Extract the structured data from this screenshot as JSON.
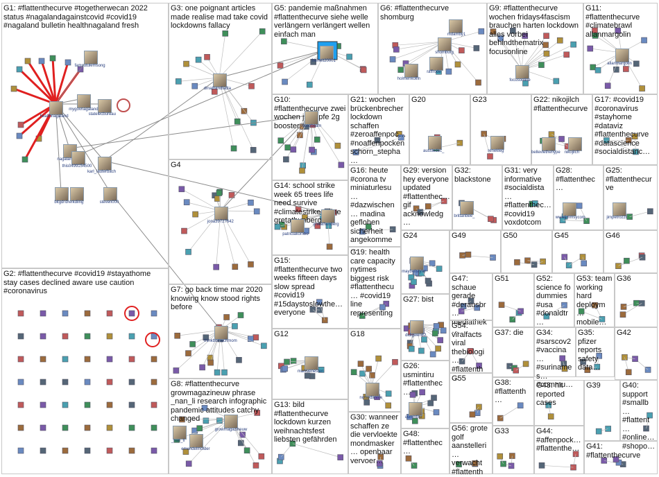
{
  "groups": [
    {
      "id": "G1",
      "label": "G1: #flattenthecurve #togetherwecan 2022 status #nagalandagainstcovid #covid19 #nagaland bulletin healthnagaland fresh",
      "nodes": [
        "famsutulemsong",
        "mygovnagaland",
        "statelecbureau",
        "healthnagaland",
        "nagalandbot",
        "this0499154500",
        "karl_lauterbach",
        "bitgdr",
        "drerkdiing",
        "steven000"
      ]
    },
    {
      "id": "G2",
      "label": "G2: #flattenthecurve #covid19 #stayathome stay cases declined aware use caution #coronavirus",
      "nodes": []
    },
    {
      "id": "G3",
      "label": "G3: one poignant articles made realise mad take covid lockdowns fallacy",
      "nodes": [
        "drnathimdladla"
      ]
    },
    {
      "id": "G4",
      "label": "G4",
      "nodes": [
        "jona39727642"
      ]
    },
    {
      "id": "G5",
      "label": "G5: pandemie maßnahmen #flattenthecurve siehe welle verlängern verlängert wellen einfach man",
      "nodes": [
        "freiheit20001"
      ]
    },
    {
      "id": "G6",
      "label": "G6: #flattenthecurve shomburg",
      "nodes": [
        "mdamby1",
        "shomburg",
        "raffrode",
        "holmenkollin"
      ]
    },
    {
      "id": "G7",
      "label": "G7: go back time mar 2020 knowing know stood rights before",
      "nodes": [
        "thinkbornuchmom"
      ]
    },
    {
      "id": "G8",
      "label": "G8: #flattenthecurve growmagazineuw phrase _nan_li research infographic pandemic attitudes catchy changed",
      "nodes": [
        "growmagazineuw",
        "_nan_li",
        "emendelmolder"
      ]
    },
    {
      "id": "G9",
      "label": "G9: #flattenthecurve wochen fridays4fascism brauchen harten lockdown alles vorbei behindthematrix focusonline",
      "nodes": [
        "focusonline"
      ]
    },
    {
      "id": "G10",
      "label": "G10: #flattenthecurve zwei wochen ja impfe 2g booster",
      "nodes": [
        "nasobeam"
      ]
    },
    {
      "id": "G11",
      "label": "G11: #flattenthecurve #climatebrawl allanmargolin",
      "nodes": [
        "allanmargolin"
      ]
    },
    {
      "id": "G12",
      "label": "G12",
      "nodes": [
        "markvenesten"
      ]
    },
    {
      "id": "G13",
      "label": "G13: bild #flattenthecurve lockdown kurzen weihnachtsfest liebsten gefährden",
      "nodes": []
    },
    {
      "id": "G14",
      "label": "G14: school strike week 65 trees life need survive #climatestrikeonline gretathunberg",
      "nodes": [
        "gretathunberg",
        "patriciakombo"
      ]
    },
    {
      "id": "G15",
      "label": "G15: #flattenthecurve two weeks fifteen days slow spread #covid19 #15daystoslowthe… everyone",
      "nodes": []
    },
    {
      "id": "G16",
      "label": "G16: heute #corona tv miniaturlesu… #dazwischen… madina geflohen sicherheit angekomme…",
      "nodes": []
    },
    {
      "id": "G17",
      "label": "G17: #covid19 #coronavirus #stayhome #dataviz #flattenthecurve #datascience #socialdistanc…",
      "nodes": []
    },
    {
      "id": "G18",
      "label": "G18",
      "nodes": [
        "nofsudannie"
      ]
    },
    {
      "id": "G19",
      "label": "G19: health care capacity nytimes biggest risk #flattenthecu… #covid19 line representing",
      "nodes": []
    },
    {
      "id": "G20",
      "label": "G20",
      "nodes": [
        "aussiedoc_"
      ]
    },
    {
      "id": "G21",
      "label": "G21: wochen brückenbrecher lockdown schaffen #zeroaffenpoc… #noaffenpocken schorn_stepha…",
      "nodes": []
    },
    {
      "id": "G22",
      "label": "G22: nikojilch #flattenthecurve",
      "nodes": [
        "belleviethehype",
        "nikojilch"
      ]
    },
    {
      "id": "G23",
      "label": "G23",
      "nodes": [
        "renekleg"
      ]
    },
    {
      "id": "G24",
      "label": "G24",
      "nodes": [
        "maybellstyler"
      ]
    },
    {
      "id": "G25",
      "label": "G25: #flattenthecurve",
      "nodes": [
        "jimpetrozzi"
      ]
    },
    {
      "id": "G26",
      "label": "G26: usmintiru #flattenthec…",
      "nodes": [
        "usmintiru"
      ]
    },
    {
      "id": "G27",
      "label": "G27: bist",
      "nodes": [
        "didigwen82"
      ]
    },
    {
      "id": "G28",
      "label": "G28: #flattenthec…",
      "nodes": [
        "wwwjimmsycom"
      ]
    },
    {
      "id": "G29",
      "label": "G29: version hey everyone updated #flattenthec… gif acknowledg…",
      "nodes": []
    },
    {
      "id": "G30",
      "label": "G30: wanneer schaffen ze die vervloekte mondmasker… openbaar vervoer…",
      "nodes": []
    },
    {
      "id": "G31",
      "label": "G31: very informative #socialdista… #flattenthec… #covid19 voxdotcom",
      "nodes": []
    },
    {
      "id": "G32",
      "label": "G32: blackstone",
      "nodes": [
        "brittanbee_"
      ]
    },
    {
      "id": "G33",
      "label": "G33",
      "nodes": []
    },
    {
      "id": "G34",
      "label": "G34: #sarscov2 #vaccina… #surinames… #commu…",
      "nodes": []
    },
    {
      "id": "G35",
      "label": "G35: pfizer reports safety data…",
      "nodes": []
    },
    {
      "id": "G36",
      "label": "G36",
      "nodes": []
    },
    {
      "id": "G37",
      "label": "G37: die",
      "nodes": []
    },
    {
      "id": "G38",
      "label": "G38: #flattenth…",
      "nodes": []
    },
    {
      "id": "G39",
      "label": "G39",
      "nodes": []
    },
    {
      "id": "G40",
      "label": "G40: support #smallb… #flattent… #online… #shopo…",
      "nodes": []
    },
    {
      "id": "G41",
      "label": "G41: #flattenthecurve",
      "nodes": []
    },
    {
      "id": "G42",
      "label": "G42",
      "nodes": []
    },
    {
      "id": "G43",
      "label": "G43: hit reported cases",
      "nodes": []
    },
    {
      "id": "G44",
      "label": "G44: #affenpock… #flattenthe…",
      "nodes": []
    },
    {
      "id": "G45",
      "label": "G45",
      "nodes": []
    },
    {
      "id": "G46",
      "label": "G46",
      "nodes": []
    },
    {
      "id": "G47",
      "label": "G47: schaue gerade #derausbr… mediathek…",
      "nodes": []
    },
    {
      "id": "G48",
      "label": "G48: #flattenthec…",
      "nodes": []
    },
    {
      "id": "G49",
      "label": "G49",
      "nodes": []
    },
    {
      "id": "G50",
      "label": "G50",
      "nodes": []
    },
    {
      "id": "G51",
      "label": "G51",
      "nodes": []
    },
    {
      "id": "G52",
      "label": "G52: science fo dummies #usa #donaldtr…",
      "nodes": []
    },
    {
      "id": "G53",
      "label": "G53: team working hard deploym… mobile…",
      "nodes": []
    },
    {
      "id": "G54",
      "label": "G54: viralfacts viral thebiologi… #flattenth…",
      "nodes": []
    },
    {
      "id": "G55",
      "label": "G55",
      "nodes": []
    },
    {
      "id": "G56",
      "label": "G56: grote golf aanstelleri… verwacht #flattenth…",
      "nodes": []
    }
  ],
  "colors": {
    "edge": "#bdbdbd",
    "edge_strong": "#8a8a8a",
    "highlight": "#e02020",
    "group_border": "#c8c8c8",
    "node_label": "#233a7a"
  }
}
